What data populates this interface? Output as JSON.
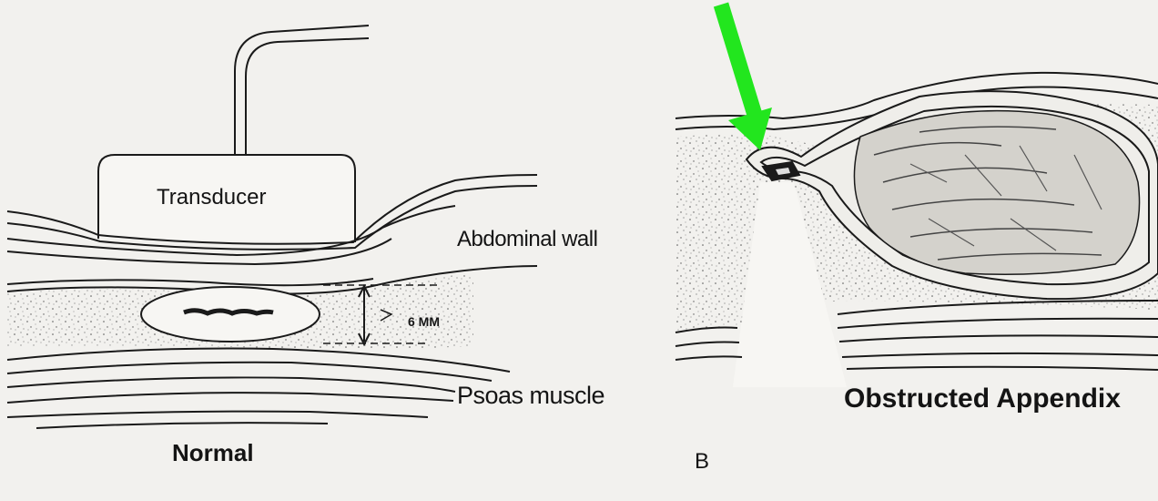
{
  "labels": {
    "transducer": "Transducer",
    "abdominal_wall": "Abdominal wall",
    "measurement": "6 MM",
    "psoas_muscle": "Psoas muscle",
    "normal": "Normal",
    "panel_b": "B",
    "obstructed": "Obstructed Appendix"
  },
  "colors": {
    "background": "#000000",
    "paper": "#f2f1ee",
    "ink": "#1a1a1a",
    "arrow": "#22e61e"
  }
}
